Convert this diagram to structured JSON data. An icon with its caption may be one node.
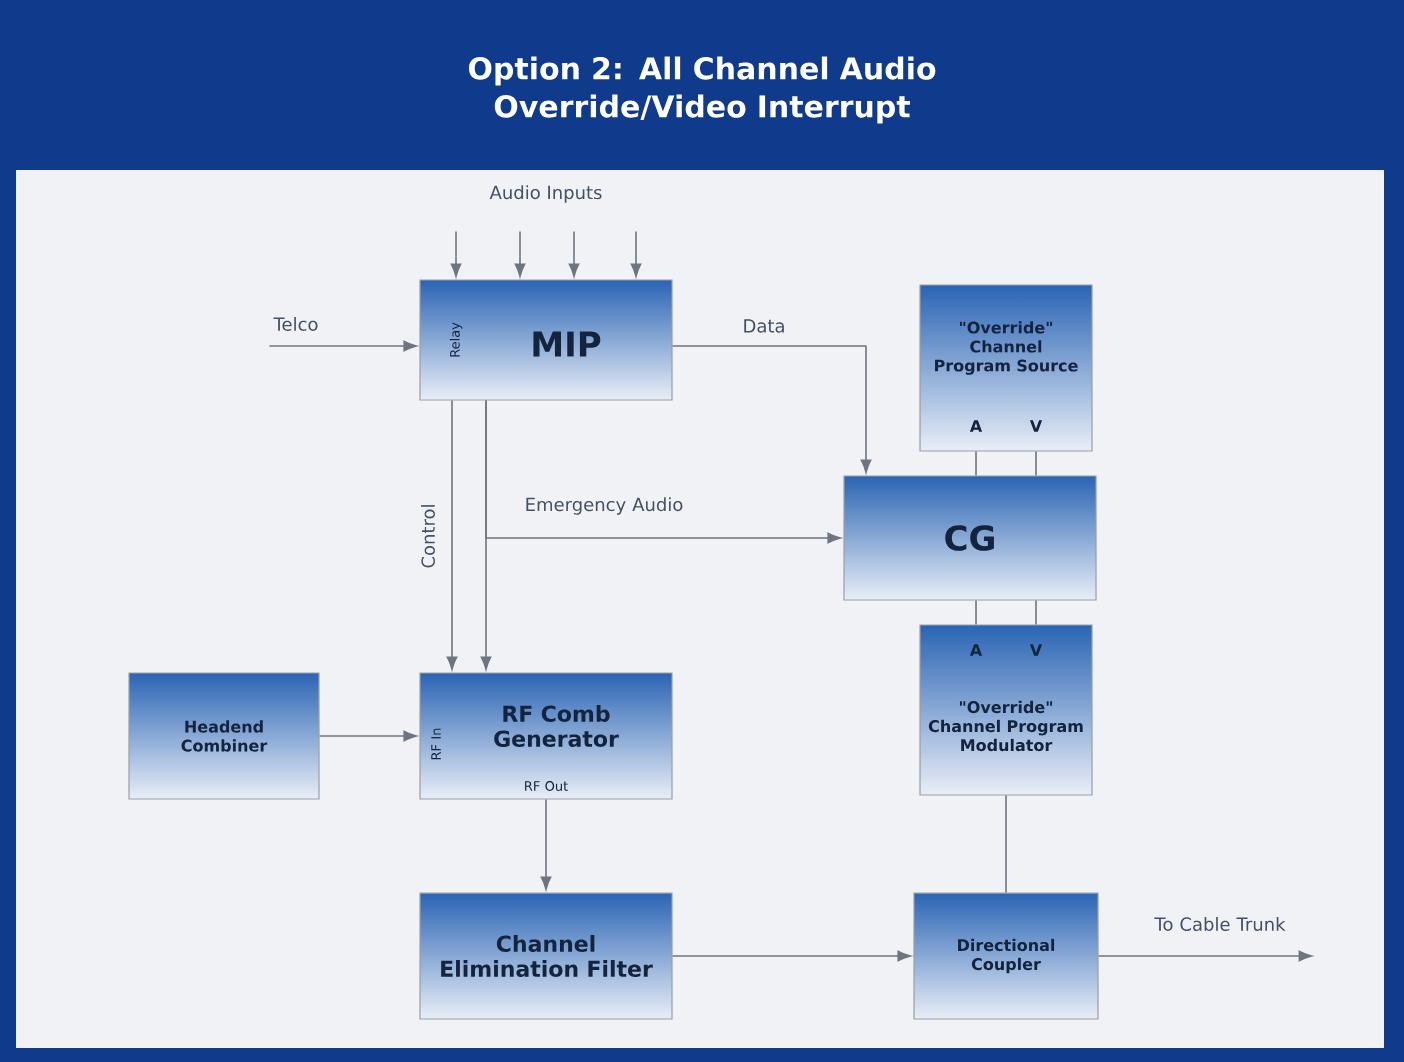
{
  "diagram": {
    "title": "Option 2: All Channel Audio Override/Video Interrupt",
    "nodes": [
      {
        "text": [
          "MIP",
          "Relay"
        ]
      },
      {
        "text": [
          "\"Override\" Channel Program Source",
          "A",
          "V"
        ]
      },
      {
        "text": [
          "CG"
        ]
      },
      {
        "text": [
          "Headend Combiner"
        ]
      },
      {
        "text": [
          "RF Comb Generator",
          "RF In",
          "RF Out"
        ]
      },
      {
        "text": [
          "A",
          "V",
          "\"Override\" Channel Program Modulator"
        ]
      },
      {
        "text": [
          "Channel Elimination Filter"
        ]
      },
      {
        "text": [
          "Directional Coupler"
        ]
      }
    ],
    "edges": [
      {
        "from": null,
        "to": 0,
        "arrow": "to"
      },
      {
        "from": null,
        "to": 0,
        "arrow": "to"
      },
      {
        "from": null,
        "to": 0,
        "arrow": "to"
      },
      {
        "from": null,
        "to": 0,
        "arrow": "to"
      },
      {
        "from": null,
        "to": 0,
        "arrow": "to",
        "label": "Telco"
      },
      {
        "from": 0,
        "to": 2,
        "arrow": "to",
        "label": "Data"
      },
      {
        "from": 0,
        "to": 4,
        "arrow": "to",
        "label": "Control"
      },
      {
        "from": 0,
        "to": 4,
        "arrow": "to"
      },
      {
        "from": 0,
        "to": 2,
        "arrow": "to",
        "label": "Emergency Audio"
      },
      {
        "from": 1,
        "to": 2,
        "arrow": "none"
      },
      {
        "from": 1,
        "to": 2,
        "arrow": "none"
      },
      {
        "from": 2,
        "to": 5,
        "arrow": "none"
      },
      {
        "from": 2,
        "to": 5,
        "arrow": "none"
      },
      {
        "from": 3,
        "to": 4,
        "arrow": "to"
      },
      {
        "from": 4,
        "to": 6,
        "arrow": "to"
      },
      {
        "from": 6,
        "to": 7,
        "arrow": "to"
      },
      {
        "from": 5,
        "to": 7,
        "arrow": "none"
      },
      {
        "from": 7,
        "to": null,
        "arrow": "to",
        "label": "To Cable Trunk"
      }
    ],
    "labels": [
      "Audio Inputs"
    ]
  }
}
